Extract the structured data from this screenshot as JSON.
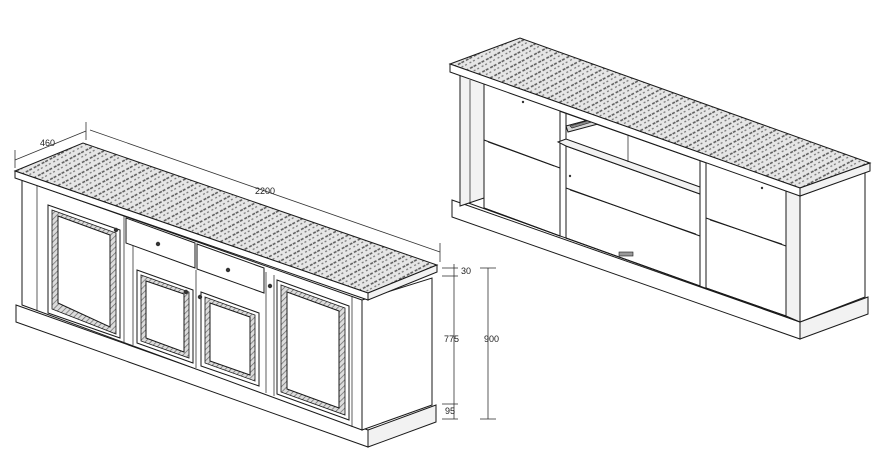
{
  "dimensions": {
    "depth": "460",
    "width": "2200",
    "top_thickness": "30",
    "body_height": "775",
    "total_height": "900",
    "plinth_height": "95"
  },
  "colors": {
    "line": "#1a1a1a",
    "background": "#ffffff",
    "marble_top": "#c8c8c8"
  }
}
